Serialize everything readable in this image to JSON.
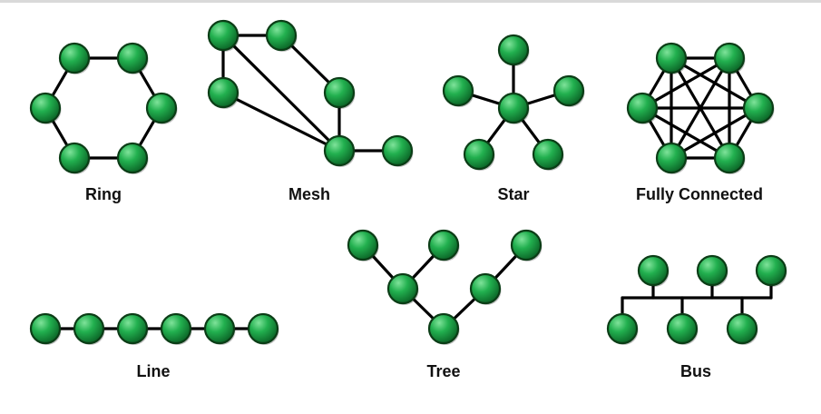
{
  "labels": {
    "ring": "Ring",
    "mesh": "Mesh",
    "star": "Star",
    "fully_connected": "Fully Connected",
    "line": "Line",
    "tree": "Tree",
    "bus": "Bus"
  },
  "colors": {
    "node_fill": "#1ea64a",
    "node_highlight": "#7fe39a",
    "node_stroke": "#0b3d16",
    "edge": "#000000"
  }
}
